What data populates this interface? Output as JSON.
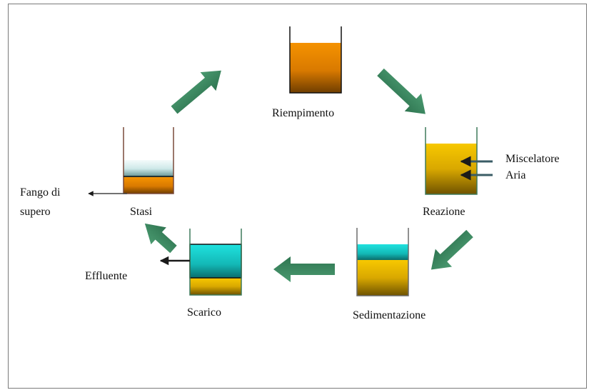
{
  "stages": {
    "riempimento": "Riempimento",
    "reazione": "Reazione",
    "sedimentazione": "Sedimentazione",
    "scarico": "Scarico",
    "stasi": "Stasi"
  },
  "inputs": {
    "miscelatore": "Miscelatore",
    "aria": "Aria"
  },
  "outputs": {
    "effluente": "Effluente",
    "fango_line1": "Fango di",
    "fango_line2": "supero"
  },
  "colors": {
    "arrow": "#3e8a63",
    "orange_liquid": "#f08a00",
    "yellow_liquid": "#f2c000",
    "cyan_water": "#19d2cf",
    "frame": "#7a7a7a"
  }
}
